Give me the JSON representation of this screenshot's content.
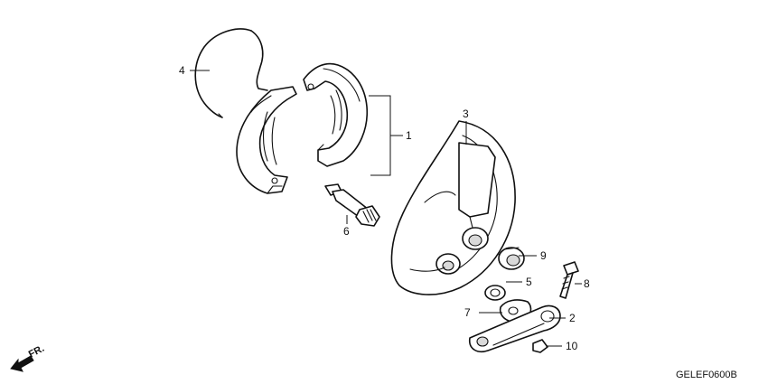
{
  "diagram_code": "GELEF0600B",
  "direction_label": "FR.",
  "callouts": {
    "c1": "1",
    "c2": "2",
    "c3": "3",
    "c4": "4",
    "c5": "5",
    "c6": "6",
    "c7": "7",
    "c8": "8",
    "c9": "9",
    "c10": "10"
  }
}
